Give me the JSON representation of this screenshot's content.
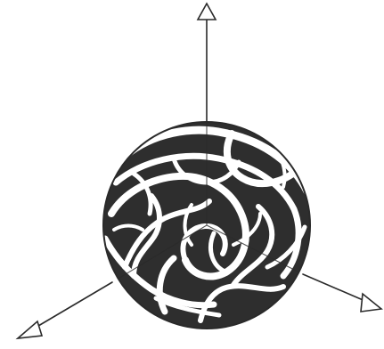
{
  "diagram": {
    "background_color": "#ffffff",
    "ink_color": "#2a2a2a",
    "sphere_fill": "#2e2e2e",
    "marbling_color": "#ffffff",
    "axes": [
      {
        "name": "z-axis",
        "direction": "up",
        "arrowhead": "open-triangle"
      },
      {
        "name": "x-axis",
        "direction": "lower-left",
        "arrowhead": "open-triangle"
      },
      {
        "name": "y-axis",
        "direction": "lower-right",
        "arrowhead": "open-triangle"
      }
    ],
    "sphere_pattern": "marbled-swirl"
  }
}
